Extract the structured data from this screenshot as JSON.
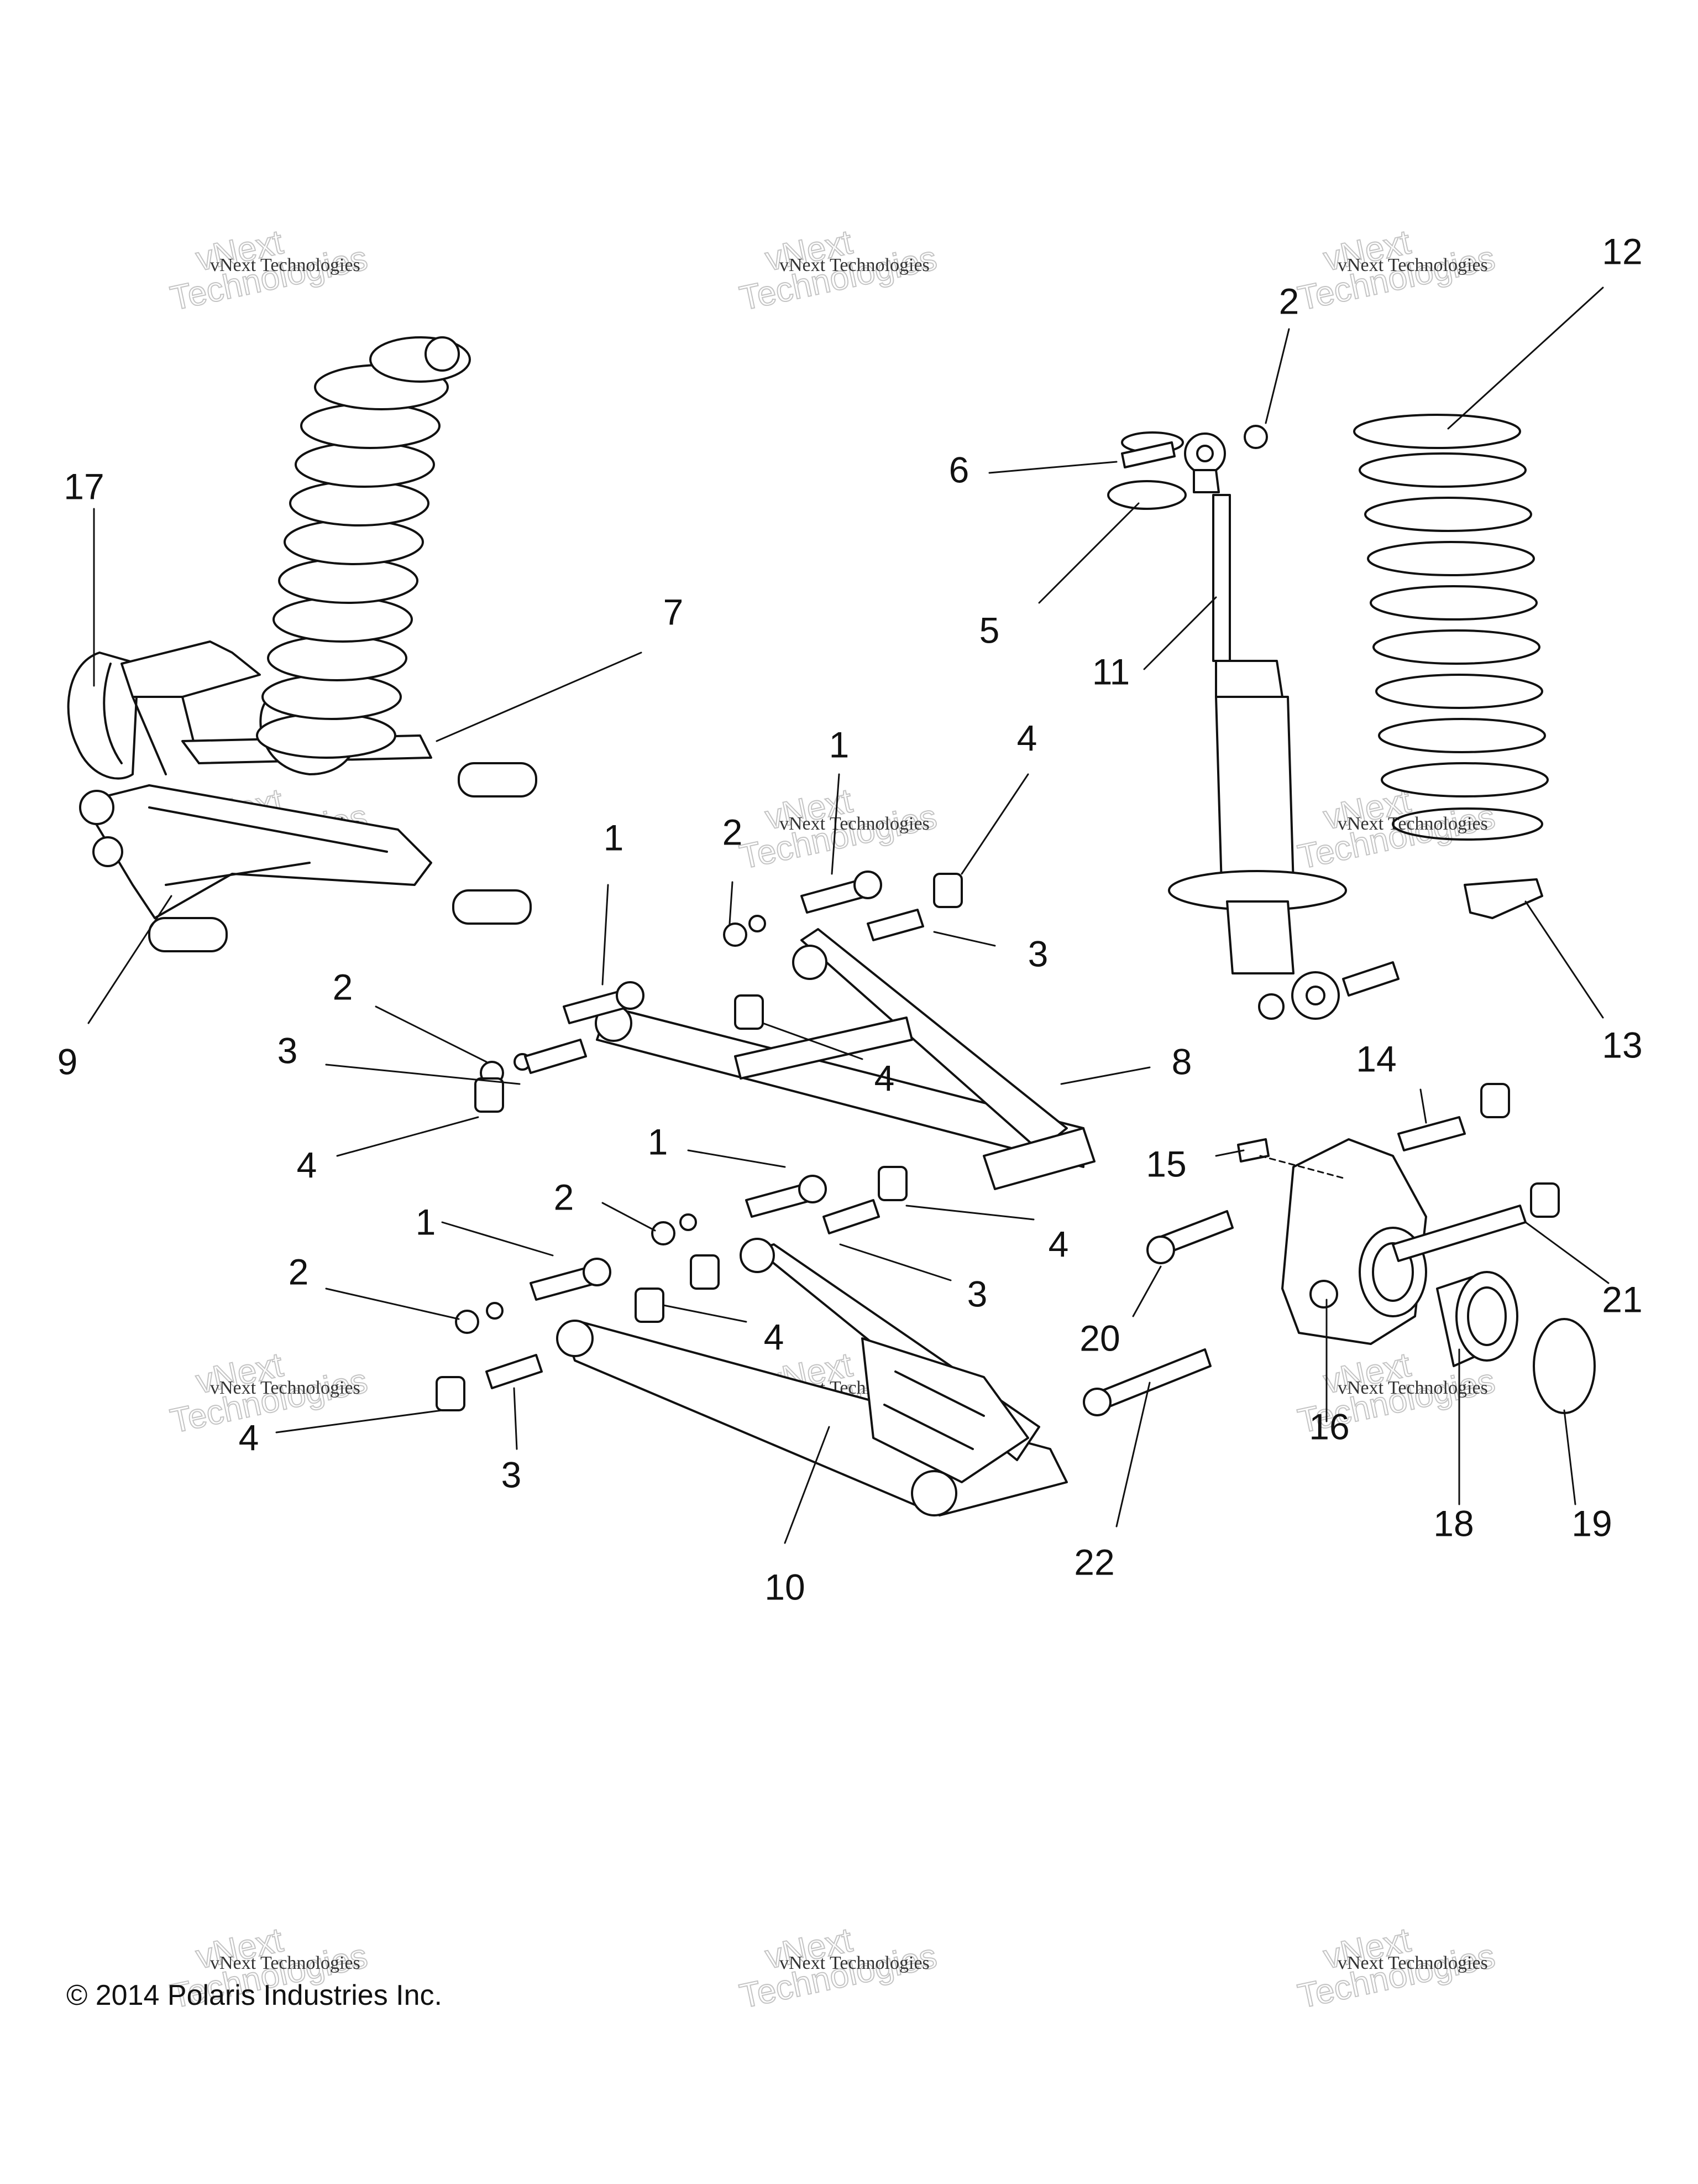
{
  "callouts": [
    {
      "label": "1"
    },
    {
      "label": "1"
    },
    {
      "label": "1"
    },
    {
      "label": "1"
    },
    {
      "label": "2"
    },
    {
      "label": "2"
    },
    {
      "label": "2"
    },
    {
      "label": "2"
    },
    {
      "label": "2"
    },
    {
      "label": "3"
    },
    {
      "label": "3"
    },
    {
      "label": "3"
    },
    {
      "label": "3"
    },
    {
      "label": "4"
    },
    {
      "label": "4"
    },
    {
      "label": "4"
    },
    {
      "label": "4"
    },
    {
      "label": "4"
    },
    {
      "label": "4"
    },
    {
      "label": "5"
    },
    {
      "label": "6"
    },
    {
      "label": "7"
    },
    {
      "label": "8"
    },
    {
      "label": "9"
    },
    {
      "label": "10"
    },
    {
      "label": "11"
    },
    {
      "label": "12"
    },
    {
      "label": "13"
    },
    {
      "label": "14"
    },
    {
      "label": "15"
    },
    {
      "label": "16"
    },
    {
      "label": "17"
    },
    {
      "label": "18"
    },
    {
      "label": "19"
    },
    {
      "label": "20"
    },
    {
      "label": "21"
    },
    {
      "label": "22"
    }
  ],
  "watermark": {
    "line1": "vNext Technologies",
    "line2a": "vNext",
    "line2b": "Technologies"
  },
  "copyright": "© 2014 Polaris Industries Inc."
}
